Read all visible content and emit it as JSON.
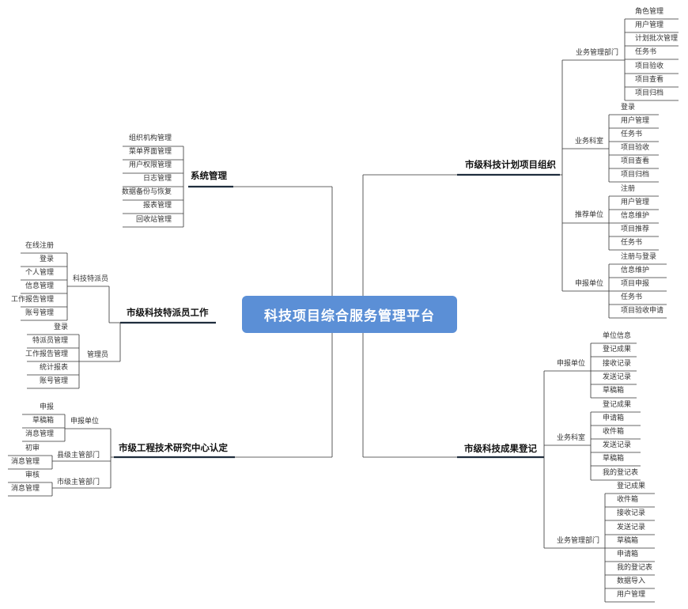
{
  "colors": {
    "root_fill": "#5b8fd6",
    "line": "#333333",
    "main_underline": "#1f2d3d",
    "text": "#333333"
  },
  "root": {
    "title": "科技项目综合服务管理平台"
  },
  "branches": {
    "sys": {
      "title": "系统管理",
      "items": [
        "组织机构管理",
        "菜单界面管理",
        "用户权限管理",
        "日志管理",
        "数据备份与恢复",
        "报表管理",
        "回收站管理"
      ]
    },
    "envoy": {
      "title": "市级科技特派员工作",
      "groups": [
        {
          "name": "科技特派员",
          "items": [
            "在线注册",
            "登录",
            "个人管理",
            "信息管理",
            "工作报告管理",
            "账号管理"
          ]
        },
        {
          "name": "管理员",
          "items": [
            "登录",
            "特派员管理",
            "工作报告管理",
            "统计报表",
            "账号管理"
          ]
        }
      ]
    },
    "eng": {
      "title": "市级工程技术研究中心认定",
      "groups": [
        {
          "name": "申报单位",
          "items": [
            "申报",
            "草稿箱",
            "消息管理"
          ]
        },
        {
          "name": "县级主管部门",
          "items": [
            "初审",
            "消息管理"
          ]
        },
        {
          "name": "市级主管部门",
          "items": [
            "审核",
            "消息管理"
          ]
        }
      ]
    },
    "plan": {
      "title": "市级科技计划项目组织",
      "groups": [
        {
          "name": "业务管理部门",
          "items": [
            "角色管理",
            "用户管理",
            "计划批次管理",
            "任务书",
            "项目验收",
            "项目查看",
            "项目归档"
          ]
        },
        {
          "name": "业务科室",
          "items": [
            "登录",
            "用户管理",
            "任务书",
            "项目验收",
            "项目查看",
            "项目归档"
          ]
        },
        {
          "name": "推荐单位",
          "items": [
            "注册",
            "用户管理",
            "信息维护",
            "项目推荐",
            "任务书"
          ]
        },
        {
          "name": "申报单位",
          "items": [
            "注册与登录",
            "信息维护",
            "项目申报",
            "任务书",
            "项目验收申请"
          ]
        }
      ]
    },
    "result": {
      "title": "市级科技成果登记",
      "groups": [
        {
          "name": "申报单位",
          "items": [
            "单位信息",
            "登记成果",
            "接收记录",
            "发送记录",
            "草稿箱"
          ]
        },
        {
          "name": "业务科室",
          "items": [
            "登记成果",
            "申请箱",
            "收件箱",
            "发送记录",
            "草稿箱",
            "我的登记表"
          ]
        },
        {
          "name": "业务管理部门",
          "items": [
            "登记成果",
            "收件箱",
            "接收记录",
            "发送记录",
            "草稿箱",
            "申请箱",
            "我的登记表",
            "数据导入",
            "用户管理"
          ]
        }
      ]
    }
  }
}
